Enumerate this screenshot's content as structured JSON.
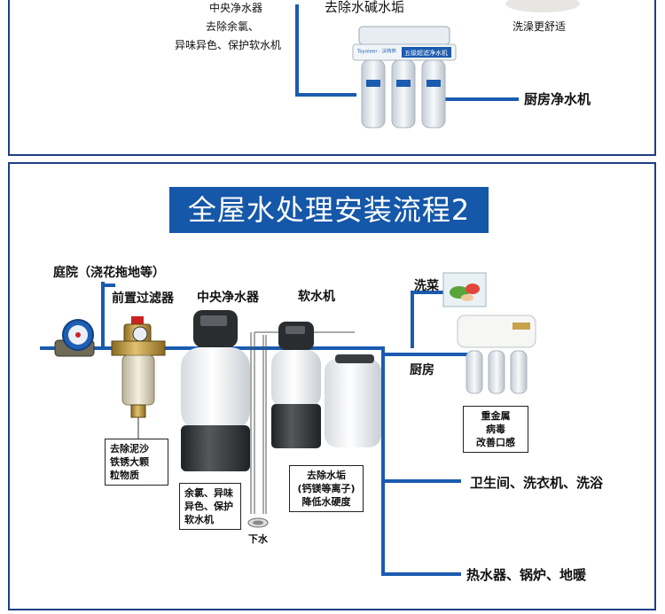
{
  "top_panel": {
    "texts": {
      "central_l1": "中央净水器",
      "central_l2": "去除余氯、",
      "central_l3": "异味异色、保护软水机",
      "softener_caption": "去除水碱水垢",
      "shower_caption": "洗澡更舒适",
      "kitchen_purifier": "厨房净水机",
      "product_brand": "Toyoleer · 沃特邦",
      "product_badge": "五级超滤净水机"
    }
  },
  "diagram": {
    "title": "全屋水处理安装流程2",
    "labels": {
      "garden": "庭院（浇花拖地等）",
      "prefilter": "前置过滤器",
      "central": "中央净水器",
      "softener": "软水机",
      "wash_veg": "洗菜",
      "kitchen": "厨房",
      "drain": "下水",
      "bathroom": "卫生间、洗衣机、洗浴",
      "heater": "热水器、锅炉、地暖"
    },
    "notes": {
      "prefilter_lines": [
        "去除泥沙",
        "铁锈大颗",
        "粒物质"
      ],
      "central_lines": [
        "余氯、异味",
        "异色、保护",
        "软水机"
      ],
      "softener_lines": [
        "去除水垢",
        "(钙镁等离子)",
        "降低水硬度"
      ],
      "kitchen_lines": [
        "重金属",
        "病毒",
        "改善口感"
      ]
    },
    "colors": {
      "pipe": "#1b5bb0",
      "banner": "#1557a8",
      "border": "#1d3f82"
    }
  }
}
